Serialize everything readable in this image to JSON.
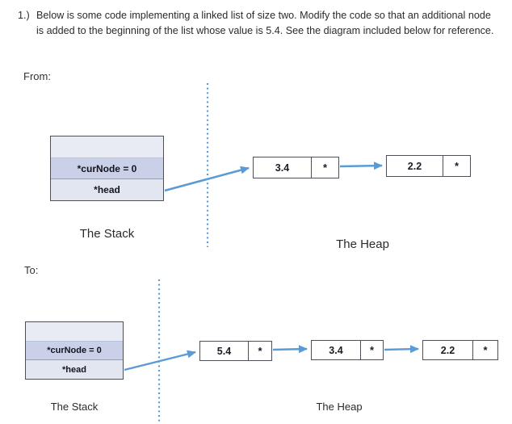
{
  "question": {
    "number": "1.)",
    "text": "Below is some code implementing a linked list of size two. Modify the code so that an additional node is added to the beginning of the list whose value is 5.4. See the diagram included below for reference."
  },
  "colors": {
    "accent_blue": "#5b9bd5",
    "stack_fill_light": "#e8ebf4",
    "stack_fill_band": "#c9d0e7",
    "box_border": "#4f4f57",
    "text": "#262626"
  },
  "from_diagram": {
    "label": "From:",
    "stack": {
      "row_curnode": "*curNode = 0",
      "row_head": "*head",
      "caption": "The Stack"
    },
    "heap": {
      "caption": "The Heap",
      "nodes": [
        {
          "value": "3.4",
          "pointer": "*"
        },
        {
          "value": "2.2",
          "pointer": "*"
        }
      ]
    }
  },
  "to_diagram": {
    "label": "To:",
    "stack": {
      "row_curnode": "*curNode = 0",
      "row_head": "*head",
      "caption": "The Stack"
    },
    "heap": {
      "caption": "The Heap",
      "nodes": [
        {
          "value": "5.4",
          "pointer": "*"
        },
        {
          "value": "3.4",
          "pointer": "*"
        },
        {
          "value": "2.2",
          "pointer": "*"
        }
      ]
    }
  }
}
